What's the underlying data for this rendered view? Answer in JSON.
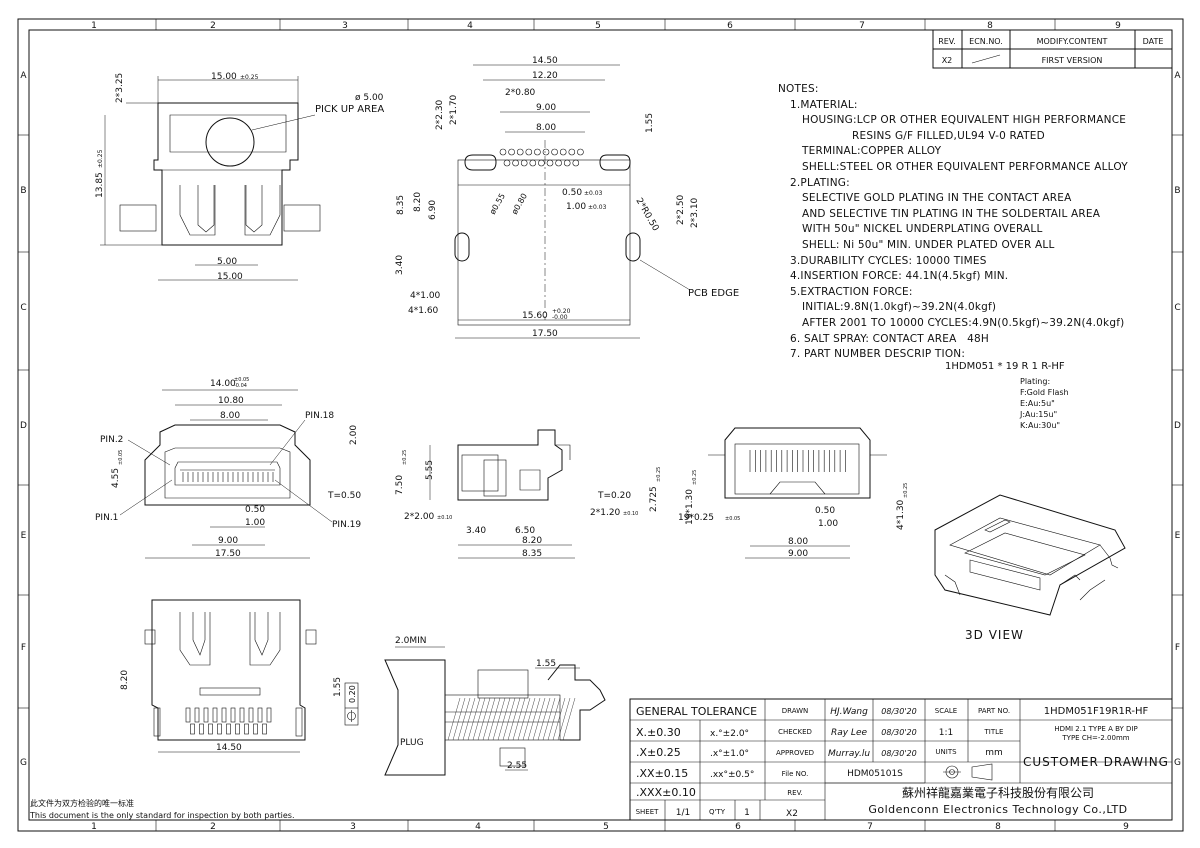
{
  "border": {
    "cols_top": [
      "1",
      "2",
      "3",
      "4",
      "5",
      "6",
      "7",
      "8",
      "9"
    ],
    "cols_bottom": [
      "1",
      "2",
      "3",
      "4",
      "5",
      "6",
      "7",
      "8",
      "9"
    ],
    "rows": [
      "A",
      "B",
      "C",
      "D",
      "E",
      "F",
      "G"
    ]
  },
  "revision_table": {
    "headers": [
      "REV.",
      "ECN.NO.",
      "MODIFY.CONTENT",
      "DATE"
    ],
    "row": {
      "rev": "X2",
      "ecn": "",
      "content": "FIRST VERSION",
      "date": ""
    }
  },
  "notes": {
    "title": "NOTES:",
    "lines": [
      {
        "indent": 1,
        "text": "1.MATERIAL:"
      },
      {
        "indent": 2,
        "text": "HOUSING:LCP OR OTHER EQUIVALENT HIGH PERFORMANCE"
      },
      {
        "indent": 3,
        "text": "RESINS G/F FILLED,UL94 V-0 RATED"
      },
      {
        "indent": 2,
        "text": "TERMINAL:COPPER ALLOY"
      },
      {
        "indent": 2,
        "text": "SHELL:STEEL OR OTHER EQUIVALENT PERFORMANCE ALLOY"
      },
      {
        "indent": 1,
        "text": "2.PLATING:"
      },
      {
        "indent": 2,
        "text": "SELECTIVE GOLD PLATING IN THE CONTACT AREA"
      },
      {
        "indent": 2,
        "text": "AND SELECTIVE TIN PLATING IN THE SOLDERTAIL AREA"
      },
      {
        "indent": 2,
        "text": "WITH 50u\" NICKEL UNDERPLATING OVERALL"
      },
      {
        "indent": 2,
        "text": "SHELL: Ni 50u\" MIN. UNDER PLATED OVER ALL"
      },
      {
        "indent": 1,
        "text": "3.DURABILITY CYCLES: 10000 TIMES"
      },
      {
        "indent": 1,
        "text": "4.INSERTION FORCE: 44.1N(4.5kgf) MIN."
      },
      {
        "indent": 1,
        "text": "5.EXTRACTION FORCE:"
      },
      {
        "indent": 2,
        "text": "INITIAL:9.8N(1.0kgf)~39.2N(4.0kgf)"
      },
      {
        "indent": 2,
        "text": "AFTER 2001 TO 10000 CYCLES:4.9N(0.5kgf)~39.2N(4.0kgf)"
      },
      {
        "indent": 1,
        "text": "6. SALT SPRAY: CONTACT AREA   48H"
      },
      {
        "indent": 1,
        "text": "7. PART NUMBER DESCRIP TION:"
      }
    ],
    "part_number": "1HDM051 *  19   R 1 R-HF",
    "plating_options": [
      "Plating:",
      "F:Gold Flash",
      "E:Au:5u\"",
      "J:Au:15u\"",
      "K:Au:30u\""
    ]
  },
  "view_labels": {
    "pick_up_area": "PICK UP AREA",
    "pick_dia": "ø 5.00",
    "pcb_edge": "PCB EDGE",
    "plug": "PLUG",
    "view_3d": "3D VIEW",
    "pin2": "PIN.2",
    "pin18": "PIN.18",
    "pin1": "PIN.1",
    "pin19": "PIN.19",
    "t050": "T=0.50",
    "t020": "T=0.20",
    "min20": "2.0MIN"
  },
  "dimensions": {
    "top_view": {
      "w1": "15.00",
      "w1_tol": "±0.25",
      "h": "13.85",
      "h_tol": "±0.25",
      "w2": "5.00",
      "w3": "15.00",
      "t": "2*3.25"
    },
    "pcb_layout": {
      "a": "14.50",
      "b": "12.20",
      "c": "2*0.80",
      "d": "9.00",
      "e": "8.00",
      "f": "1.55",
      "g": "2*2.30",
      "h": "2*1.70",
      "i": "8.35",
      "j": "8.20",
      "k": "6.90",
      "l": "ø0.55",
      "m": "ø0.80",
      "n": "0.50",
      "n_tol": "±0.03",
      "o": "1.00",
      "o_tol": "±0.03",
      "p": "2*R0.50",
      "q": "2*2.50",
      "r": "2*3.10",
      "s": "3.40",
      "u": "4*1.00",
      "v": "4*1.60",
      "w": "15.60",
      "w_tol_up": "+0.20",
      "w_tol_dn": "-0.00",
      "x": "17.50"
    },
    "front_view": {
      "a": "14.00",
      "a_tol_up": "±0.05",
      "a_tol_dn": "-0.04",
      "b": "10.80",
      "c": "8.00",
      "d": "2.00",
      "e": "4.55",
      "e_tol": "±0.05",
      "f": "0.50",
      "g": "1.00",
      "h": "9.00",
      "i": "17.50"
    },
    "side_view": {
      "a": "7.50",
      "a_tol": "±0.25",
      "b": "5.55",
      "c": "2*2.00",
      "c_tol": "±0.10",
      "d": "3.40",
      "e": "6.50",
      "f": "8.20",
      "g": "8.35",
      "h": "2*1.20",
      "h_tol": "±0.10",
      "i": "2.725",
      "i_tol": "±0.25"
    },
    "rear_view": {
      "a": "19*1.30",
      "a_tol": "±0.25",
      "b": "19*0.25",
      "b_tol": "±0.05",
      "c": "0.50",
      "d": "1.00",
      "e": "8.00",
      "f": "9.00",
      "g": "4*1.30",
      "g_tol": "±0.25"
    },
    "bottom_view": {
      "a": "8.20",
      "b": "1.55",
      "c": "0.20",
      "d": "14.50"
    },
    "plug_view": {
      "a": "1.55",
      "b": "2.55"
    }
  },
  "title_block": {
    "general_tolerance": "GENERAL TOLERANCE",
    "tol_rows": [
      {
        "lin": "X.±0.30",
        "ang": "x.°±2.0°"
      },
      {
        "lin": ".X±0.25",
        "ang": ".x°±1.0°"
      },
      {
        "lin": ".XX±0.15",
        "ang": ".xx°±0.5°"
      },
      {
        "lin": ".XXX±0.10",
        "ang": ""
      }
    ],
    "roles": [
      {
        "role": "DRAWN",
        "name": "HJ.Wang",
        "date": "08/30'20"
      },
      {
        "role": "CHECKED",
        "name": "Ray Lee",
        "date": "08/30'20"
      },
      {
        "role": "APPROVED",
        "name": "Murray.lu",
        "date": "08/30'20"
      }
    ],
    "file_no_label": "File NO.",
    "file_no": "HDM05101S",
    "rev_label": "REV.",
    "rev": "X2",
    "sheet_label": "SHEET",
    "sheet": "1/1",
    "qty_label": "Q'TY",
    "qty": "1",
    "scale_label": "SCALE",
    "scale": "1:1",
    "units_label": "UNITS",
    "units": "mm",
    "part_no_label": "PART NO.",
    "part_no": "1HDM051F19R1R-HF",
    "title_label": "TITLE",
    "title_l1": "HDMI 2.1 TYPE A BY DIP",
    "title_l2": "TYPE CH=-2.00mm",
    "customer": "CUSTOMER DRAWING",
    "company_cn": "蘇州祥龍嘉業電子科技股份有限公司",
    "company_en": "Goldenconn Electronics Technology Co.,LTD"
  },
  "footer": {
    "cn": "此文件为双方检验的唯一标准",
    "en": "This document is the only standard for inspection by both parties."
  }
}
